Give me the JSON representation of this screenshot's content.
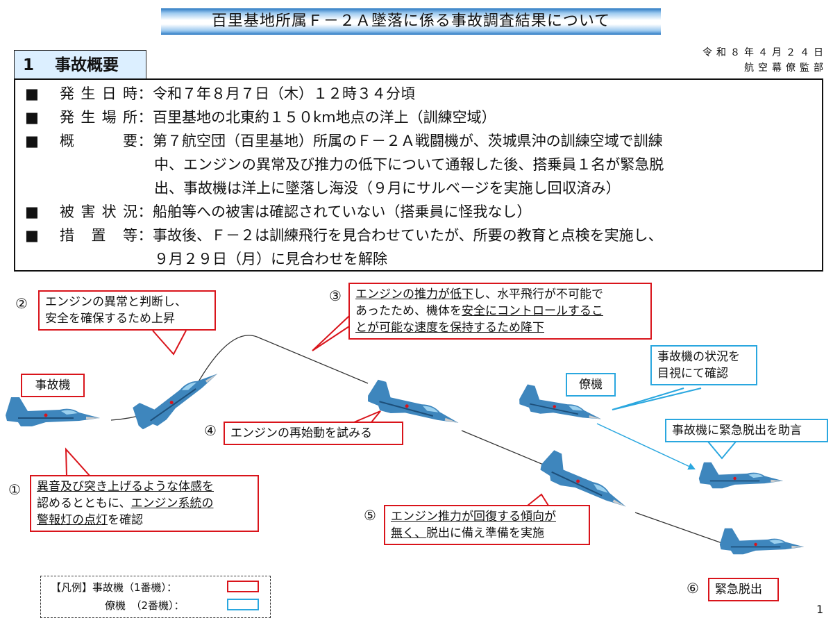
{
  "title": "百里基地所属Ｆ－２Ａ墜落に係る事故調査結果について",
  "section": {
    "number": "1",
    "label": "事故概要"
  },
  "date": "令和８年４月２４日",
  "org": "航空幕僚監部",
  "summary": {
    "bullet": "■",
    "colon": "：",
    "rows": [
      {
        "label": "発生日時",
        "lines": [
          "令和７年８月７日（木）１２時３４分頃"
        ]
      },
      {
        "label": "発生場所",
        "lines": [
          "百里基地の北東約１５０km地点の洋上（訓練空域）"
        ]
      },
      {
        "label": "概要",
        "lines": [
          "第７航空団（百里基地）所属のＦ－２Ａ戦闘機が、茨城県沖の訓練空域で訓練",
          "中、エンジンの異常及び推力の低下について通報した後、搭乗員１名が緊急脱",
          "出、事故機は洋上に墜落し海没（９月にサルベージを実施し回収済み）"
        ]
      },
      {
        "label": "被害状況",
        "lines": [
          "船舶等への被害は確認されていない（搭乗員に怪我なし）"
        ]
      },
      {
        "label": "措置等",
        "lines": [
          "事故後、Ｆ－２は訓練飛行を見合わせていたが、所要の教育と点検を実施し、",
          "９月２９日（月）に見合わせを解除"
        ]
      }
    ]
  },
  "diagram": {
    "labels": {
      "accident_aircraft": "事故機",
      "wingman": "僚機"
    },
    "steps": [
      {
        "num": "①",
        "lines": [
          [
            {
              "t": "異音及び突き上げるような体感を",
              "u": true
            }
          ],
          [
            {
              "t": "認めるとともに、",
              "u": false
            },
            {
              "t": "エンジン系統の",
              "u": true
            }
          ],
          [
            {
              "t": "警報灯の点灯",
              "u": true
            },
            {
              "t": "を確認",
              "u": false
            }
          ]
        ]
      },
      {
        "num": "②",
        "lines": [
          [
            {
              "t": "エンジンの異常と判断し、",
              "u": false
            }
          ],
          [
            {
              "t": "安全を確保するため上昇",
              "u": false
            }
          ]
        ]
      },
      {
        "num": "③",
        "lines": [
          [
            {
              "t": "エンジンの推力が低下",
              "u": true
            },
            {
              "t": "し、水平飛行が不可能で",
              "u": false
            }
          ],
          [
            {
              "t": "あったため、機体を",
              "u": false
            },
            {
              "t": "安全にコントロールするこ",
              "u": true
            }
          ],
          [
            {
              "t": "とが可能な速度を保持するため降下",
              "u": true
            }
          ]
        ]
      },
      {
        "num": "④",
        "lines": [
          [
            {
              "t": "エンジンの再始動を試みる",
              "u": false
            }
          ]
        ]
      },
      {
        "num": "⑤",
        "lines": [
          [
            {
              "t": "エンジン推力が回復する傾向が",
              "u": true
            }
          ],
          [
            {
              "t": "無く、",
              "u": true
            },
            {
              "t": "脱出に備え準備を実施",
              "u": false
            }
          ]
        ]
      },
      {
        "num": "⑥",
        "lines": [
          [
            {
              "t": "緊急脱出",
              "u": false
            }
          ]
        ]
      }
    ],
    "wingman_notes": [
      "事故機の状況を\n目視にて確認",
      "事故機に緊急脱出を助言"
    ],
    "colors": {
      "accident": "#d9141b",
      "wingman": "#2aa7df"
    }
  },
  "legend": {
    "title": "【凡例】",
    "accident": "事故機（1番機）：",
    "wingman": "僚機　（2番機）："
  },
  "page_number": "1"
}
